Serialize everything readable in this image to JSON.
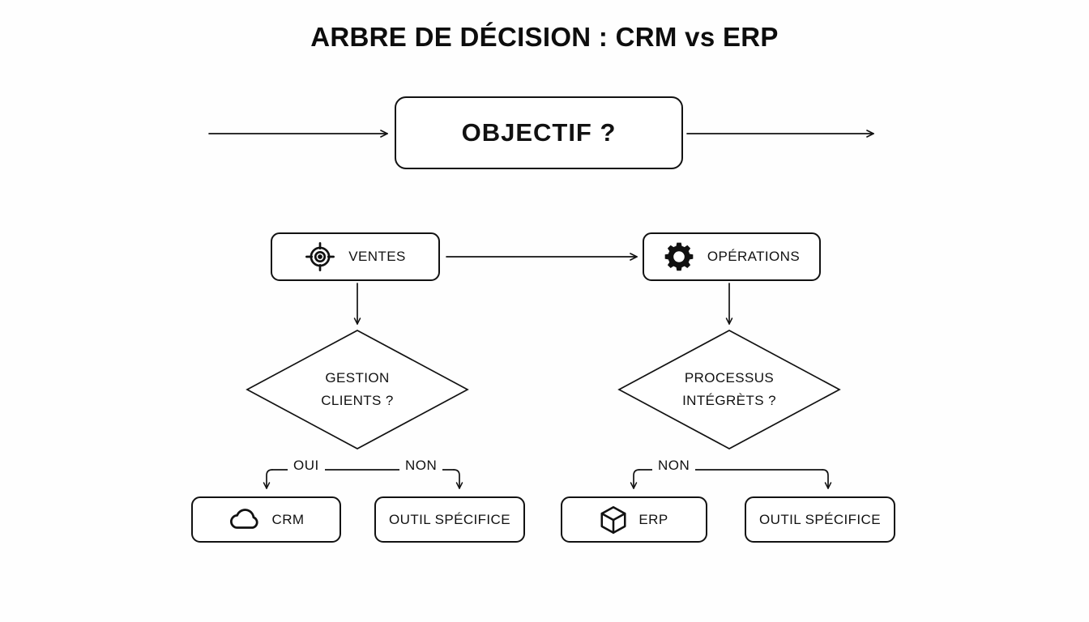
{
  "title": "ARBRE DE DÉCISION : CRM vs ERP",
  "root": {
    "label": "OBJECTIF ?"
  },
  "branches": {
    "ventes": {
      "label": "VENTES",
      "icon": "target-icon"
    },
    "operations": {
      "label": "OPÉRATIONS",
      "icon": "gear-icon"
    }
  },
  "decisions": {
    "left": {
      "line1": "GESTION",
      "line2": "CLIENTS ?"
    },
    "right": {
      "line1": "PROCESSUS",
      "line2": "INTÉGRÈTS ?"
    }
  },
  "edge_labels": {
    "left_yes": "OUI",
    "left_no": "NON",
    "right_no": "NON"
  },
  "leaves": {
    "crm": {
      "label": "CRM",
      "icon": "cloud-icon"
    },
    "outil_left": {
      "label": "OUTIL SPÉCIFICE"
    },
    "erp": {
      "label": "ERP",
      "icon": "cube-icon"
    },
    "outil_right": {
      "label": "OUTIL SPÉCIFICE"
    }
  },
  "colors": {
    "stroke": "#121212",
    "background": "#fefefe",
    "text": "#111111"
  }
}
